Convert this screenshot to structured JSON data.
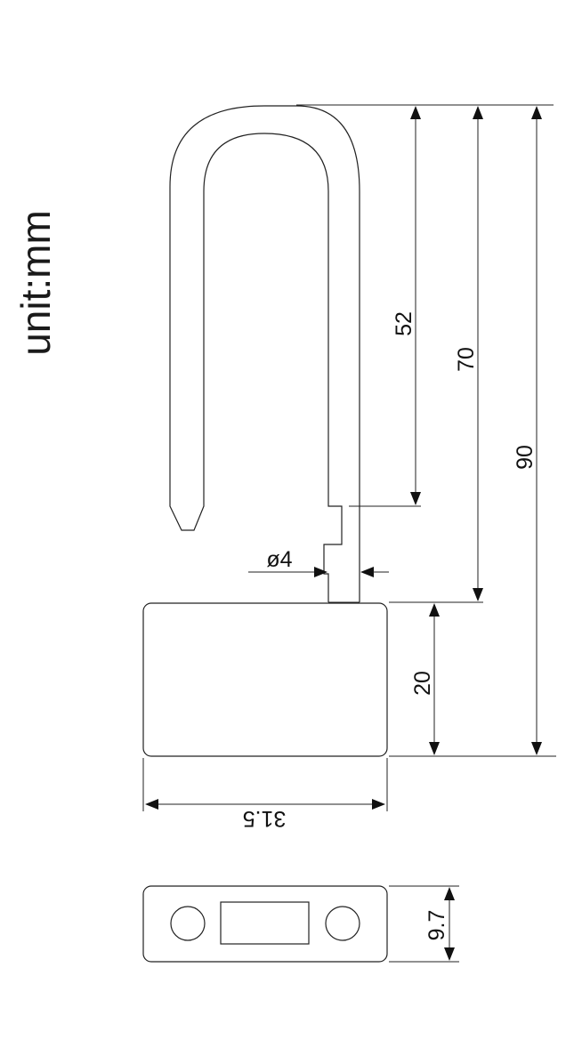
{
  "unit_label": "unit:mm",
  "dimensions": {
    "shackle_inner_height": "52",
    "shackle_to_body_height": "70",
    "overall_height": "90",
    "body_height": "20",
    "body_width": "31.5",
    "shackle_diameter": "ø4",
    "body_depth": "9.7"
  },
  "colors": {
    "line": "#222222",
    "background": "#ffffff"
  }
}
